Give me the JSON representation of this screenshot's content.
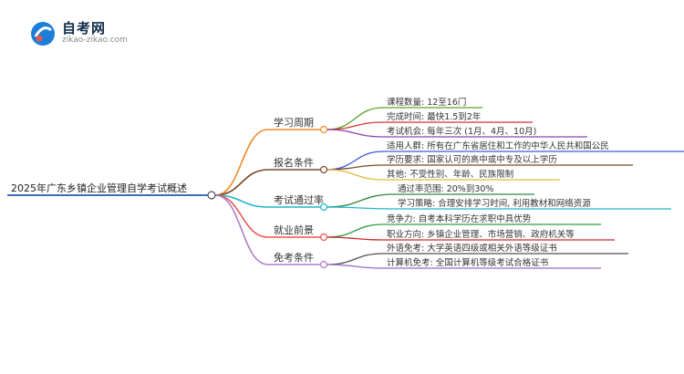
{
  "logo": {
    "title": "自考网",
    "subtitle": "zikao-zikao.com"
  },
  "mindmap": {
    "root": {
      "label": "2025年广东乡镇企业管理自学考试概述"
    },
    "branches": [
      {
        "label": "学习周期",
        "color": "#f08a24",
        "children": [
          {
            "label": "课程数量: 12至16门",
            "color": "#5aa02c"
          },
          {
            "label": "完成时间: 最快1.5到2年",
            "color": "#d0312d"
          },
          {
            "label": "考试机会: 每年三次 (1月、4月、10月)",
            "color": "#8e44ad"
          }
        ]
      },
      {
        "label": "报名条件",
        "color": "#7b4a2a",
        "children": [
          {
            "label": "适用人群: 所有在广东省居住和工作的中华人民共和国公民",
            "color": "#3b5bdb"
          },
          {
            "label": "学历要求: 国家认可的高中或中专及以上学历",
            "color": "#7b4a2a"
          },
          {
            "label": "其他: 不受性别、年龄、民族限制",
            "color": "#e0b93a"
          }
        ]
      },
      {
        "label": "考试通过率",
        "color": "#1fb6c9",
        "children": [
          {
            "label": "通过率范围: 20%到30%",
            "color": "#2b8a3e"
          },
          {
            "label": "学习策略: 合理安排学习时间, 利用教材和网络资源",
            "color": "#1fb6c9"
          }
        ]
      },
      {
        "label": "就业前景",
        "color": "#e8554e",
        "children": [
          {
            "label": "竞争力: 自考本科学历在求职中具优势",
            "color": "#2f9e44"
          },
          {
            "label": "职业方向: 乡镇企业管理、市场营销、政府机关等",
            "color": "#c92a2a"
          }
        ]
      },
      {
        "label": "免考条件",
        "color": "#b07cc6",
        "children": [
          {
            "label": "外语免考: 大学英语四级或相关外语等级证书",
            "color": "#495057"
          },
          {
            "label": "计算机免考: 全国计算机等级考试合格证书",
            "color": "#9c6ac4"
          }
        ]
      }
    ]
  }
}
